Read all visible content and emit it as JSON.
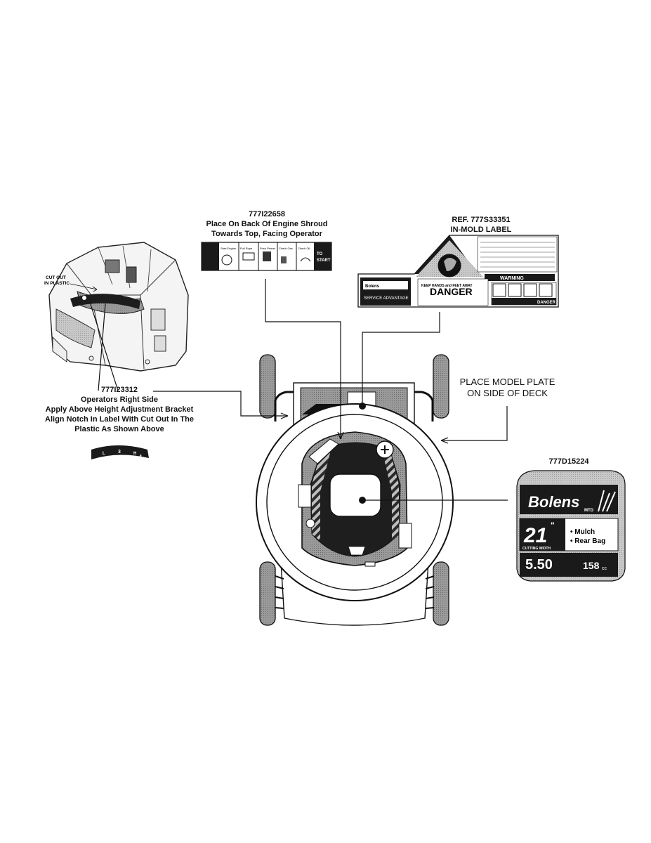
{
  "captions": {
    "shroud": {
      "part": "777I22658",
      "lines": [
        "Place On Back Of Engine Shroud",
        "Towards Top, Facing Operator"
      ]
    },
    "inmold": {
      "part": "REF. 777S33351",
      "lines": [
        "IN-MOLD LABEL"
      ]
    },
    "height": {
      "part": "777I23312",
      "lines": [
        "Operators Right Side",
        "Apply Above Height Adjustment Bracket",
        "Align Notch In Label With Cut Out In The",
        "Plastic As Shown Above"
      ]
    },
    "model_plate": {
      "lines": [
        "PLACE MODEL PLATE",
        "ON SIDE OF DECK"
      ]
    },
    "plate": {
      "part": "777D15224"
    }
  },
  "inset": {
    "cutout_line1": "CUT OUT",
    "cutout_line2": "IN PLASTIC"
  },
  "shroud_label": {
    "start_line1": "TO",
    "start_line2": "START",
    "panels": [
      "Check Oil",
      "Check Gas",
      "Push Primer",
      "Pull Rope",
      "Start Engine"
    ]
  },
  "danger_label": {
    "warning": "WARNING",
    "danger": "DANGER",
    "danger2": "DANGER",
    "keep_hands": "KEEP HANDS and FEET AWAY",
    "service": "SERVICE ADVANTAGE",
    "tagline": "Bolens"
  },
  "height_label": {
    "l": "L",
    "h": "H",
    "n3": "3",
    "n4": "4"
  },
  "model_plate_label": {
    "brand": "Bolens",
    "sub": "MTD",
    "width": "21",
    "width_unit": "\"",
    "cutting_width": "CUTTING WIDTH",
    "bullet1": "• Mulch",
    "bullet2": "• Rear Bag",
    "torque": "5.50",
    "cc": "158",
    "cc_unit": "cc"
  }
}
